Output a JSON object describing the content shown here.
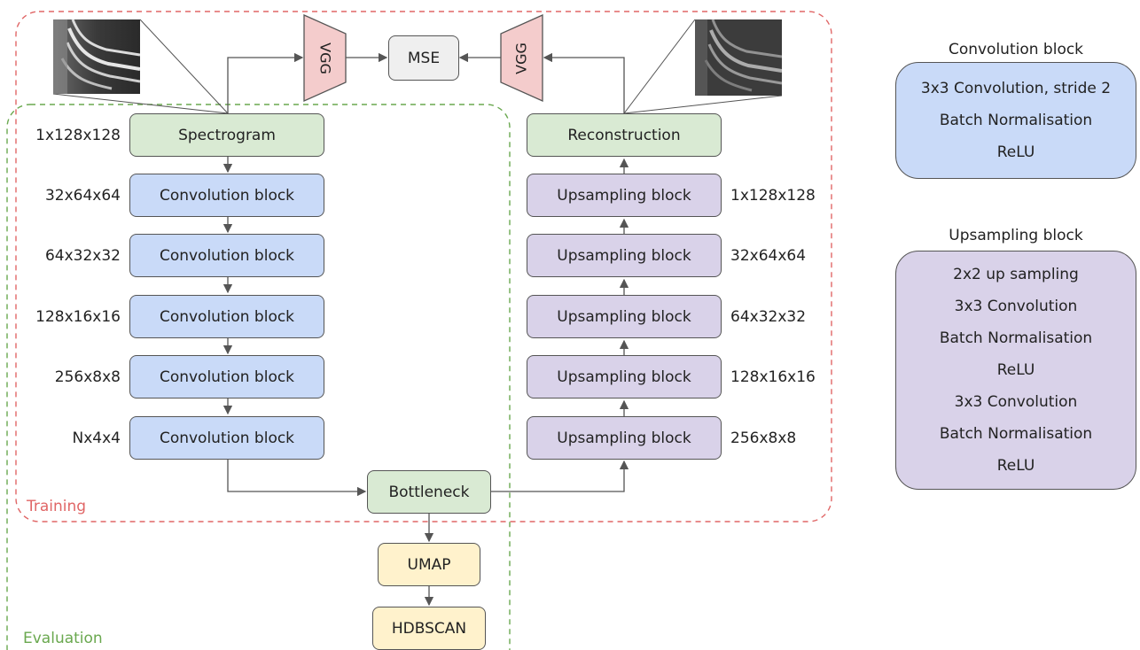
{
  "boxes": {
    "spectrogram": "Spectrogram",
    "reconstruction": "Reconstruction",
    "bottleneck": "Bottleneck",
    "umap": "UMAP",
    "hdbscan": "HDBSCAN",
    "mse": "MSE",
    "vgg_left": "VGG",
    "vgg_right": "VGG",
    "encoder": [
      "Convolution block",
      "Convolution block",
      "Convolution block",
      "Convolution block",
      "Convolution block"
    ],
    "decoder": [
      "Upsampling block",
      "Upsampling block",
      "Upsampling block",
      "Upsampling block",
      "Upsampling block"
    ]
  },
  "encoder_dims": [
    "1x128x128",
    "32x64x64",
    "64x32x32",
    "128x16x16",
    "256x8x8",
    "Nx4x4"
  ],
  "decoder_dims": [
    "1x128x128",
    "32x64x64",
    "64x32x32",
    "128x16x16",
    "256x8x8"
  ],
  "regions": {
    "training": "Training",
    "evaluation": "Evaluation"
  },
  "legend": {
    "convolution": {
      "title": "Convolution block",
      "lines": [
        "3x3 Convolution, stride 2",
        "Batch Normalisation",
        "ReLU"
      ]
    },
    "upsampling": {
      "title": "Upsampling block",
      "lines": [
        "2x2 up sampling",
        "3x3 Convolution",
        "Batch Normalisation",
        "ReLU",
        "3x3 Convolution",
        "Batch Normalisation",
        "ReLU"
      ]
    }
  },
  "colors": {
    "training_border": "#e06666",
    "evaluation_border": "#6aa84f",
    "green_fill": "#d9ead3",
    "blue_fill": "#c9daf8",
    "purple_fill": "#d9d2e9",
    "yellow_fill": "#fff2cc",
    "vgg_fill": "#f4cccc"
  }
}
